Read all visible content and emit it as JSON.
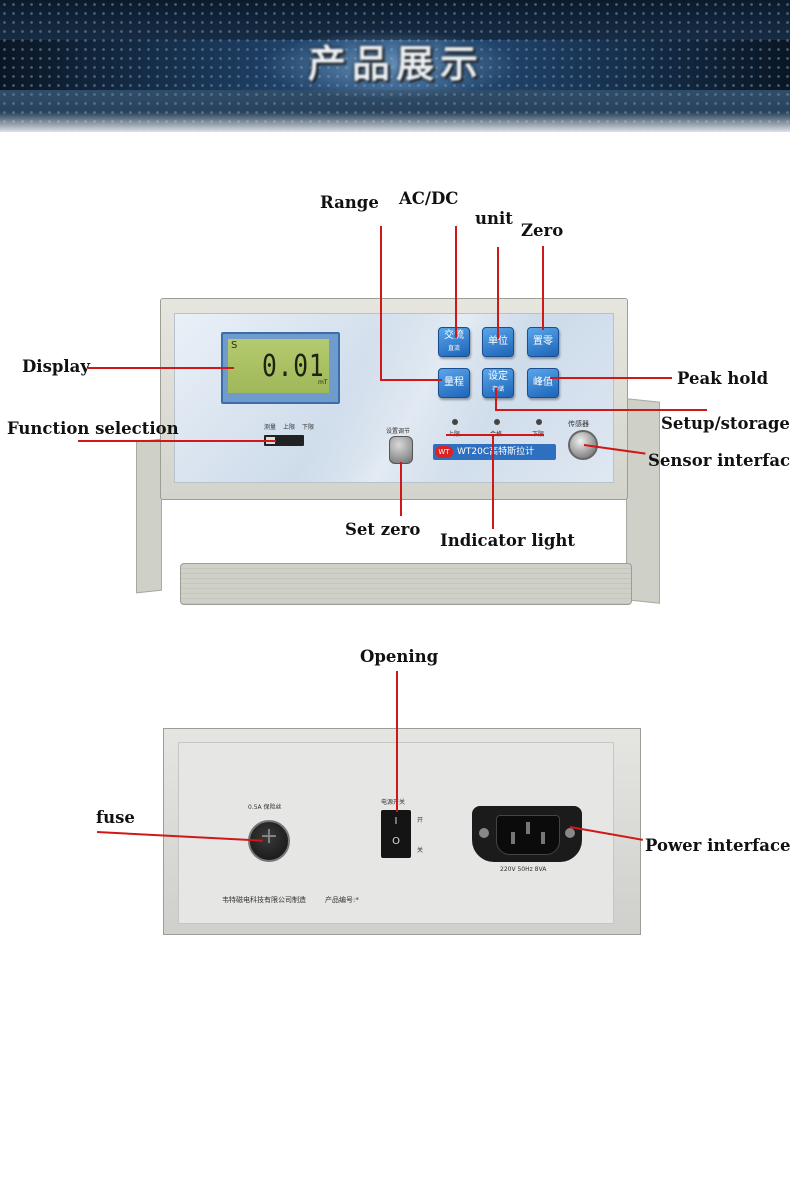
{
  "banner": {
    "title": "产品展示"
  },
  "front_view": {
    "callouts": {
      "range": "Range",
      "ac_dc": "AC/DC",
      "unit": "unit",
      "zero": "Zero",
      "display": "Display",
      "peak_hold": "Peak hold",
      "function_selection": "Function selection",
      "setup_storage": "Setup/storage",
      "sensor_interface": "Sensor interface",
      "set_zero": "Set zero",
      "indicator_light": "Indicator light"
    },
    "lcd": {
      "mode": "S",
      "value": "0.01",
      "unit": "mT"
    },
    "buttons": {
      "ac_dc": {
        "top": "交流",
        "bottom": "直流"
      },
      "unit": "单位",
      "zero": "置零",
      "range": "量程",
      "setup": {
        "top": "设定",
        "bottom": "存储"
      },
      "peak": "峰值"
    },
    "panel_labels": {
      "function_switch": [
        "测量",
        "上限",
        "下限"
      ],
      "zero_adjust": "设置调节",
      "leds": [
        "上限",
        "合格",
        "下限"
      ],
      "sensor": "传感器",
      "brand_logo": "WT",
      "brand_text": "WT20C高特斯拉计"
    }
  },
  "rear_view": {
    "callouts": {
      "opening": "Opening",
      "fuse": "fuse",
      "power_interface": "Power interface"
    },
    "panel_labels": {
      "fuse_rating": "0.5A 保险丝",
      "power_switch": "电源开关",
      "switch_on": "开",
      "switch_off": "关",
      "switch_mark_on": "I",
      "switch_mark_off": "O",
      "power_rating": "220V 50Hz 8VA",
      "manufacturer": "韦特磁电科技有限公司制造",
      "serial": "产品编号:*"
    }
  },
  "colors": {
    "callout_line": "#d01818",
    "button": "#2a78d0",
    "lcd": "#a9c064"
  }
}
